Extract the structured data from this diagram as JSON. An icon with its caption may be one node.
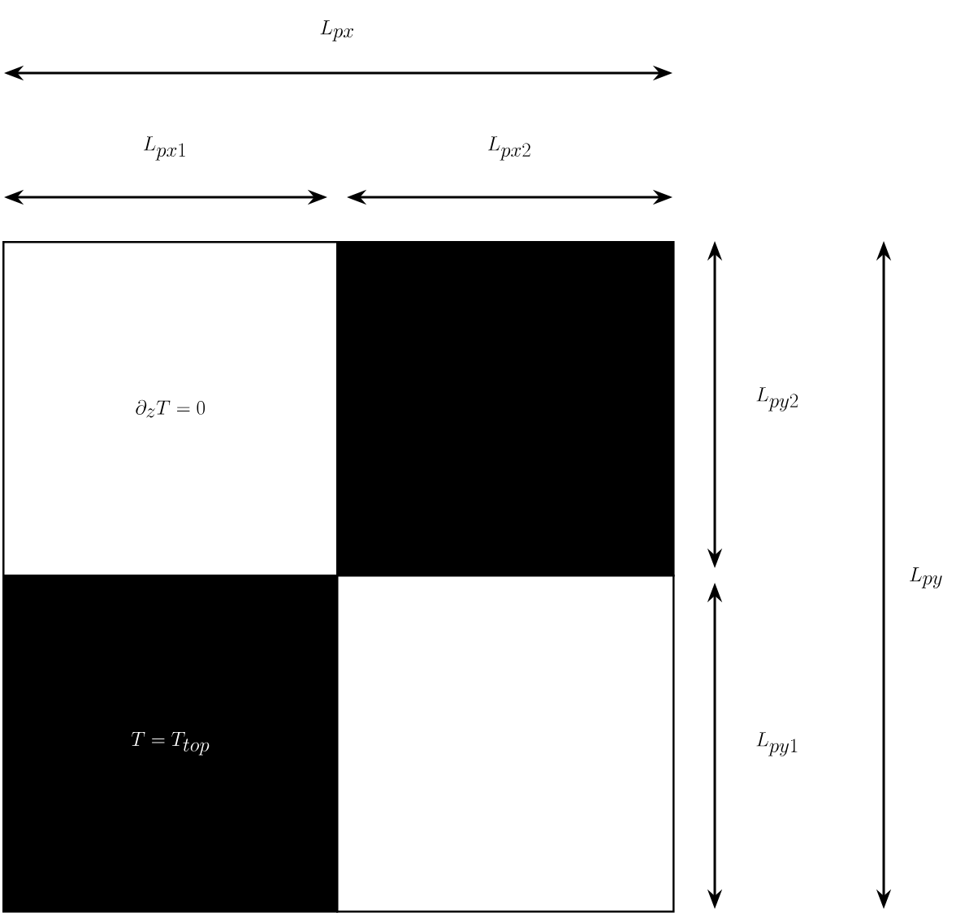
{
  "diagram": {
    "nodes": [
      {
        "text": [
          "\\partial_z T = 0"
        ]
      },
      {
        "text": [],
        "shape": "box"
      },
      {
        "text": [
          "T = T_{top}"
        ]
      },
      {
        "text": [],
        "shape": "box"
      }
    ],
    "labels": [
      "L_{px}",
      "L_{px1}",
      "L_{px2}",
      "L_{py2}",
      "L_{py1}",
      "L_{py}"
    ]
  }
}
